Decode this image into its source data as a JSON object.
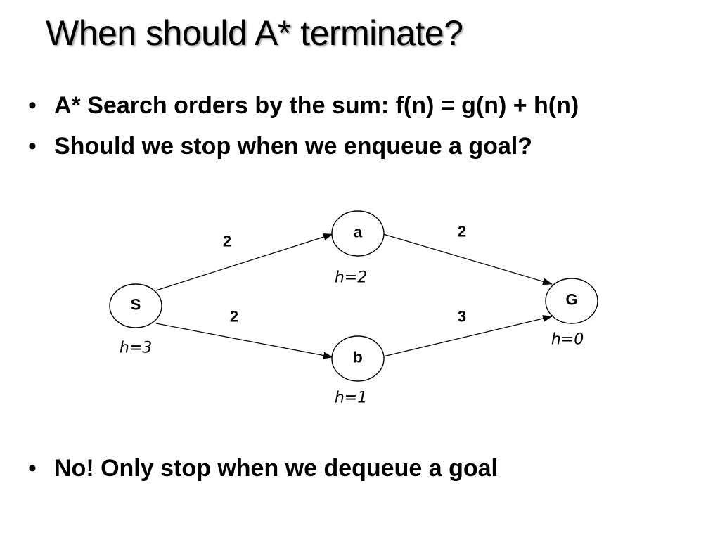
{
  "slide": {
    "title": "When should A* terminate?",
    "bullet_char": "•",
    "bullets": [
      "A* Search orders by the sum: f(n) = g(n) + h(n)",
      "Should we stop when we enqueue a goal?",
      "No! Only stop when we dequeue a goal"
    ]
  },
  "graph": {
    "nodes": [
      {
        "id": "S",
        "label": "S",
        "heuristic": "h=3"
      },
      {
        "id": "a",
        "label": "a",
        "heuristic": "h=2"
      },
      {
        "id": "b",
        "label": "b",
        "heuristic": "h=1"
      },
      {
        "id": "G",
        "label": "G",
        "heuristic": "h=0"
      }
    ],
    "edges": [
      {
        "from": "S",
        "to": "a",
        "weight": "2"
      },
      {
        "from": "a",
        "to": "G",
        "weight": "2"
      },
      {
        "from": "S",
        "to": "b",
        "weight": "2"
      },
      {
        "from": "b",
        "to": "G",
        "weight": "3"
      }
    ]
  }
}
